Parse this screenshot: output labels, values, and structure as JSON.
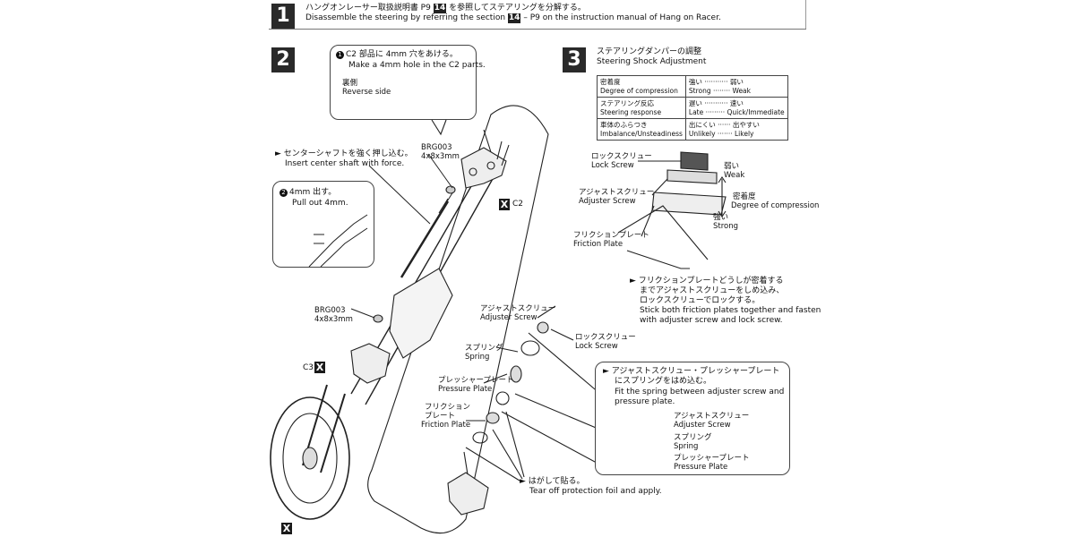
{
  "step1": {
    "number": "1",
    "jp_pre": "ハングオンレーサー取扱説明書 P9",
    "jp_sect": "14",
    "jp_post": "を参照してステアリングを分解する。",
    "en_pre": "Disassemble the steering by referring the section",
    "en_sect": "14",
    "en_post": "– P9 on the instruction manual of Hang on Racer."
  },
  "step2": {
    "number": "2",
    "callout1": {
      "num": "1",
      "jp": "C2 部品に 4mm 穴をあける。",
      "en": "Make a 4mm hole in the C2 parts.",
      "side_jp": "裏側",
      "side_en": "Reverse side"
    },
    "callout2": {
      "num": "2",
      "jp": "4mm 出す。",
      "en": "Pull out 4mm."
    },
    "center_shaft_jp": "► センターシャフトを強く押し込む。",
    "center_shaft_en": "Insert center shaft with force.",
    "brg_top_code": "BRG003",
    "brg_top_size": "4x8x3mm",
    "brg_bottom_code": "BRG003",
    "brg_bottom_size": "4x8x3mm",
    "c2_label": "C2",
    "c3_label": "C3",
    "x_mark": "X"
  },
  "step3": {
    "number": "3",
    "title_jp": "ステアリングダンパーの調整",
    "title_en": "Steering Shock Adjustment",
    "table": [
      {
        "jp": "密着度",
        "en": "Degree of compression",
        "v1_jp": "強い ··········· 弱い",
        "v1_en": "Strong ········ Weak"
      },
      {
        "jp": "ステアリング反応",
        "en": "Steering response",
        "v1_jp": "遅い ··········· 速い",
        "v1_en": "Late ········· Quick/Immediate"
      },
      {
        "jp": "車体のふらつき",
        "en": "Imbalance/Unsteadiness",
        "v1_jp": "出にくい ······ 出やすい",
        "v1_en": "Unlikely ······· Likely"
      }
    ],
    "lock_screw_jp": "ロックスクリュー",
    "lock_screw_en": "Lock Screw",
    "adjuster_jp": "アジャストスクリュー",
    "adjuster_en": "Adjuster Screw",
    "friction_jp": "フリクションプレート",
    "friction_en": "Friction Plate",
    "weak_jp": "弱い",
    "weak_en": "Weak",
    "degree_jp": "密着度",
    "degree_en": "Degree of compression",
    "strong_jp": "強い",
    "strong_en": "Strong",
    "note_jp1": "► フリクションプレートどうしが密着する",
    "note_jp2": "までアジャストスクリューをしめ込み、",
    "note_jp3": "ロックスクリューでロックする。",
    "note_en1": "Stick both friction plates together and fasten",
    "note_en2": "with adjuster screw and lock screw."
  },
  "parts": {
    "adjuster_jp": "アジャストスクリュー",
    "adjuster_en": "Adjuster Screw",
    "lock_jp": "ロックスクリュー",
    "lock_en": "Lock Screw",
    "spring_jp": "スプリング",
    "spring_en": "Spring",
    "pressure_jp": "プレッシャープレート",
    "pressure_en": "Pressure Plate",
    "friction_jp1": "フリクション",
    "friction_jp2": "プレート",
    "friction_en": "Friction Plate",
    "tear_jp": "► はがして貼る。",
    "tear_en": "Tear off protection foil and apply."
  },
  "spring_box": {
    "jp1": "► アジャストスクリュー・プレッシャープレート",
    "jp2": "にスプリングをはめ込む。",
    "en1": "Fit the spring between adjuster screw and",
    "en2": "pressure plate.",
    "adjuster_jp": "アジャストスクリュー",
    "adjuster_en": "Adjuster Screw",
    "spring_jp": "スプリング",
    "spring_en": "Spring",
    "pressure_jp": "プレッシャープレート",
    "pressure_en": "Pressure Plate"
  }
}
